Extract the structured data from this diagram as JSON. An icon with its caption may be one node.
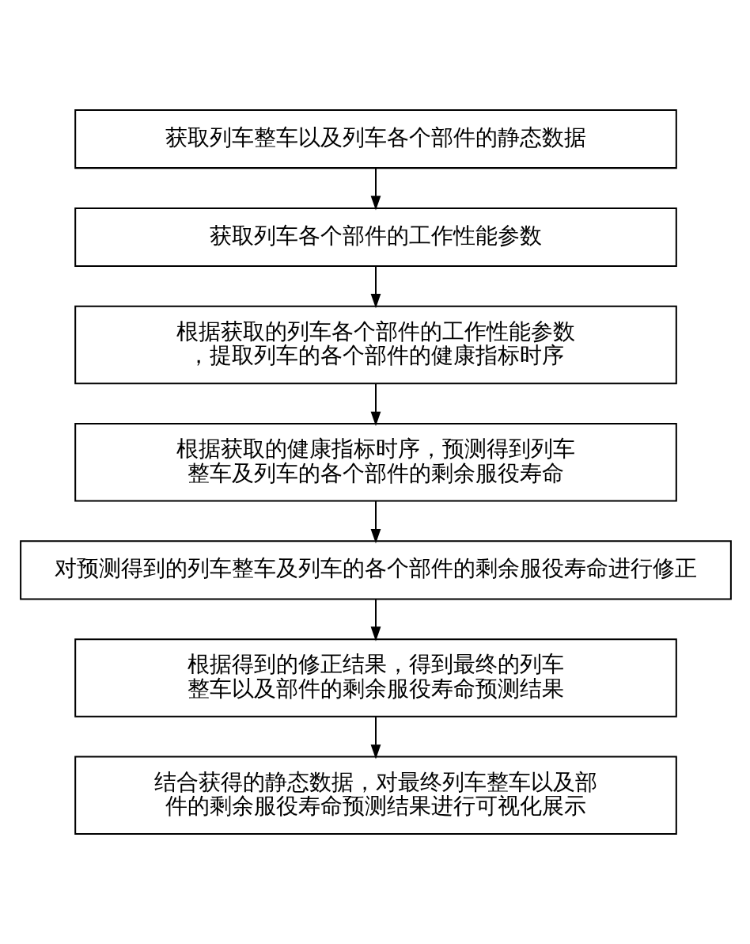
{
  "diagram": {
    "nodes": [
      {
        "text": [
          "获取列车整车以及列车各个部件的静态数据"
        ]
      },
      {
        "text": [
          "获取列车各个部件的工作性能参数"
        ]
      },
      {
        "text": [
          "根据获取的列车各个部件的工作性能参数，提取列车的各个部件的健康指标时序"
        ]
      },
      {
        "text": [
          "根据获取的健康指标时序，预测得到列车整车及列车的各个部件的剩余服役寿命"
        ]
      },
      {
        "text": [
          "对预测得到的列车整车及列车的各个部件的剩余服役寿命进行修正"
        ]
      },
      {
        "text": [
          "根据得到的修正结果，得到最终的列车整车以及部件的剩余服役寿命预测结果"
        ]
      },
      {
        "text": [
          "结合获得的静态数据，对最终列车整车以及部件的剩余服役寿命预测结果进行可视化展示"
        ]
      }
    ],
    "edges": [
      {
        "from": 0,
        "to": 1,
        "arrow": "to"
      },
      {
        "from": 1,
        "to": 2,
        "arrow": "to"
      },
      {
        "from": 2,
        "to": 3,
        "arrow": "to"
      },
      {
        "from": 3,
        "to": 4,
        "arrow": "to"
      },
      {
        "from": 4,
        "to": 5,
        "arrow": "to"
      },
      {
        "from": 5,
        "to": 6,
        "arrow": "to"
      }
    ]
  }
}
